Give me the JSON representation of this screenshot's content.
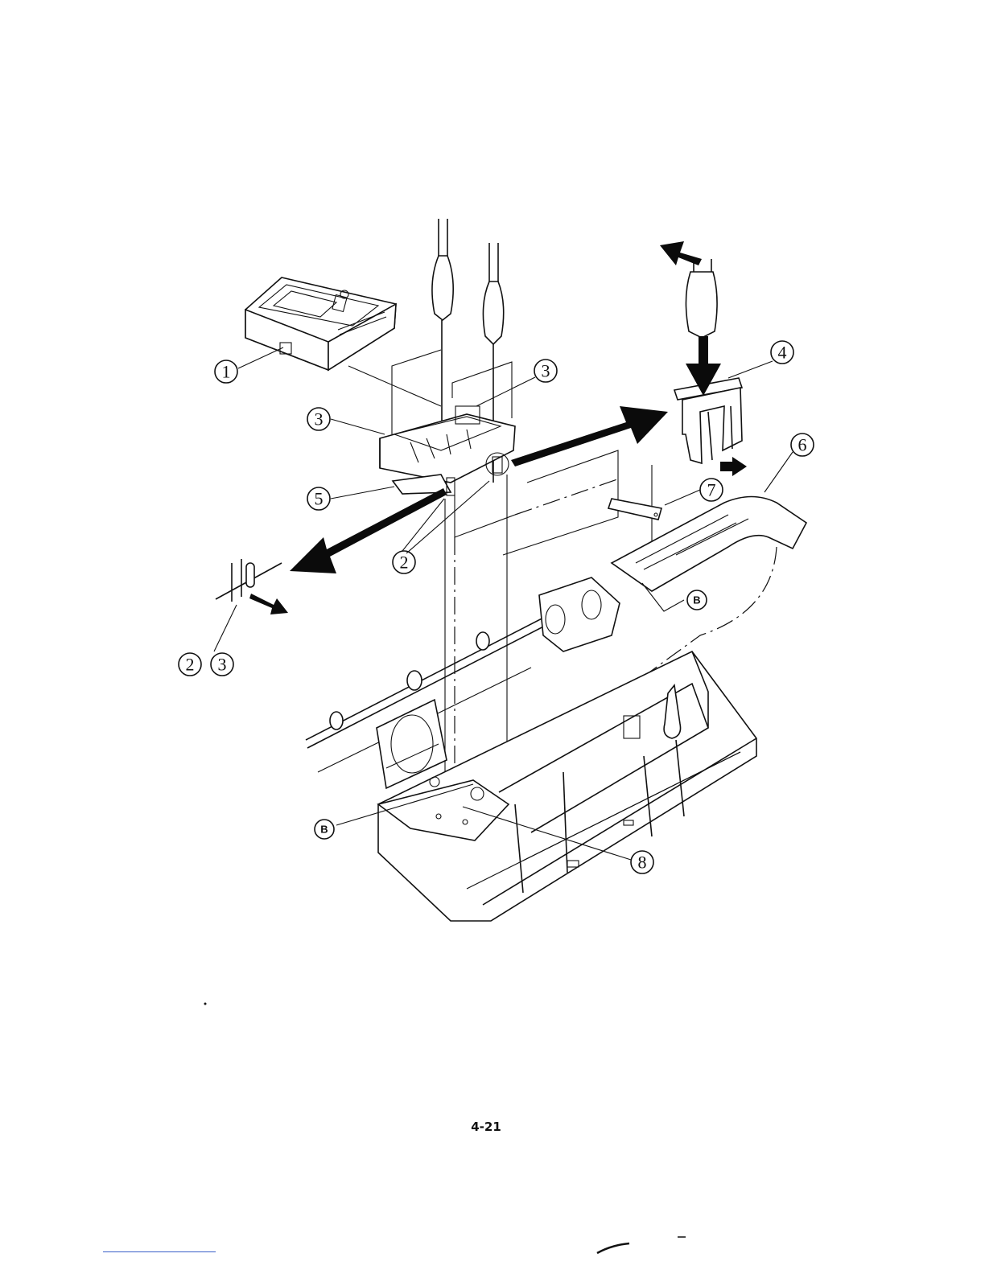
{
  "page": {
    "number": "4-21"
  },
  "callouts": {
    "c1": "1",
    "c2": "2",
    "c3a": "3",
    "c3b": "3",
    "c4": "4",
    "c5": "5",
    "c6": "6",
    "c7": "7",
    "c8": "8",
    "c23a": "2",
    "c23b": "3",
    "cB1": "B",
    "cB2": "B"
  },
  "icons": [
    "screwdriver-icon",
    "arrow-icon"
  ],
  "colors": {
    "ink": "#111111",
    "footer_rule": "#3a5fc8"
  }
}
